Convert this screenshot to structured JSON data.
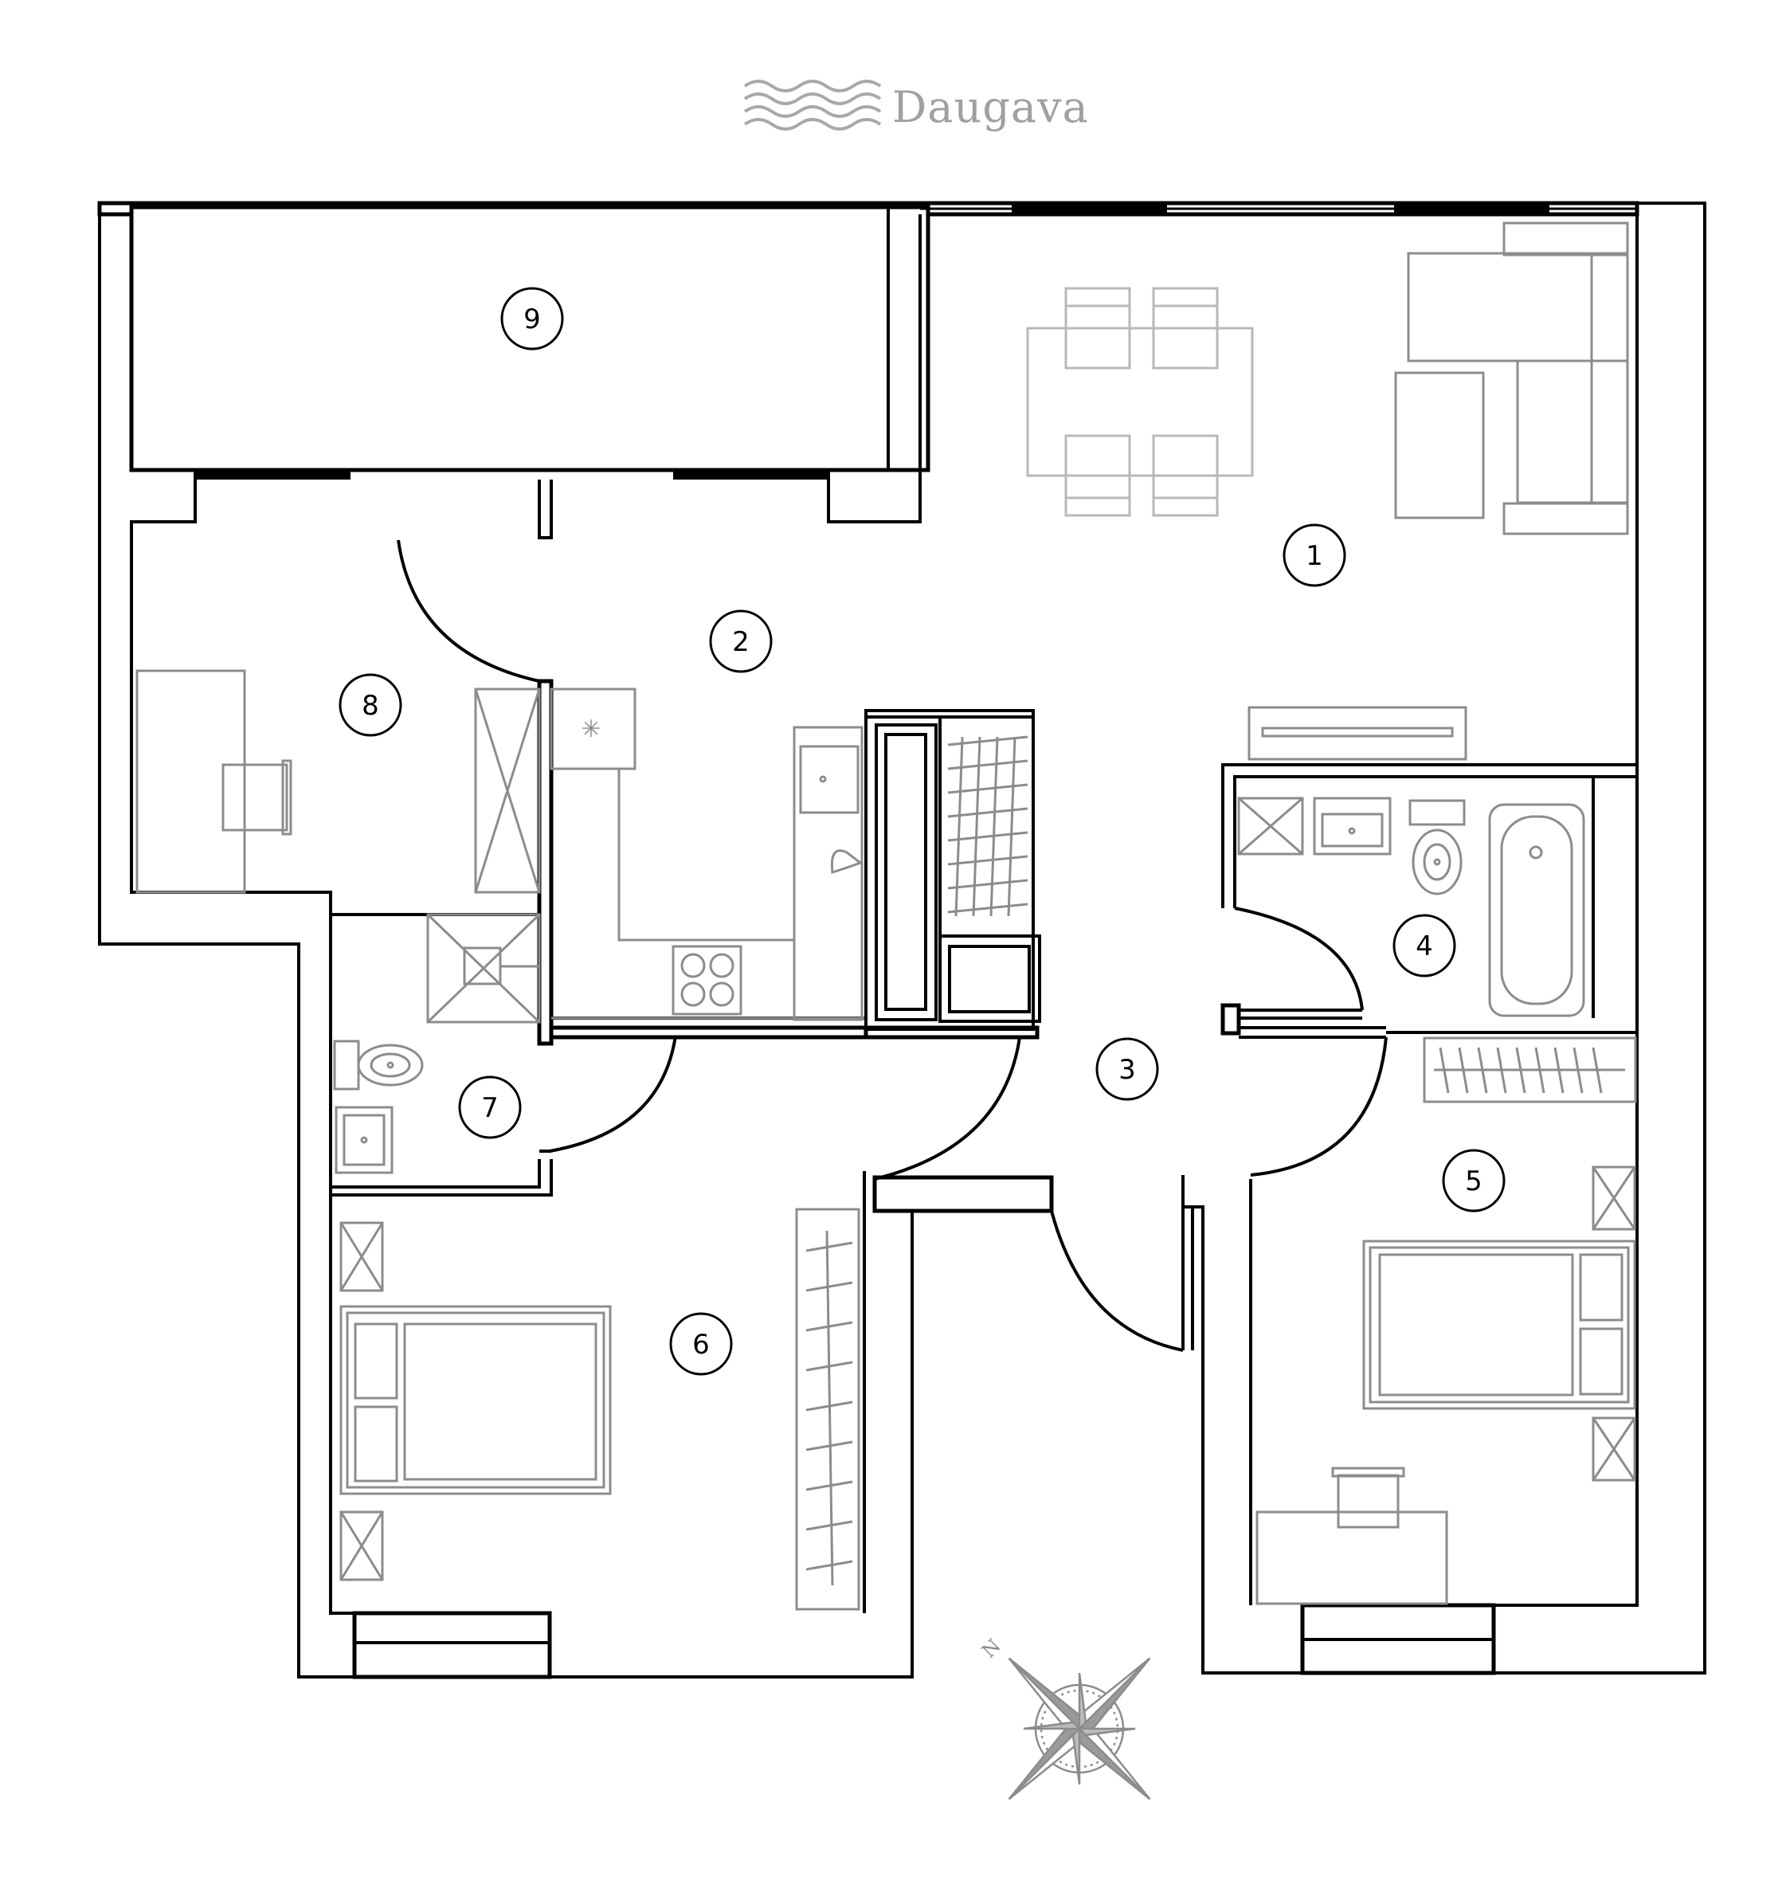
{
  "header": {
    "river_label": "Daugava",
    "river_icon": "waves-icon"
  },
  "rooms": [
    {
      "number": "1"
    },
    {
      "number": "2"
    },
    {
      "number": "3"
    },
    {
      "number": "4"
    },
    {
      "number": "5"
    },
    {
      "number": "6"
    },
    {
      "number": "7"
    },
    {
      "number": "8"
    },
    {
      "number": "9"
    }
  ],
  "compass": {
    "north_label": "N",
    "icon": "compass-rose-icon"
  },
  "colors": {
    "walls": "#000000",
    "furniture": "#8c8c8c",
    "label_gray": "#a0a0a0"
  }
}
